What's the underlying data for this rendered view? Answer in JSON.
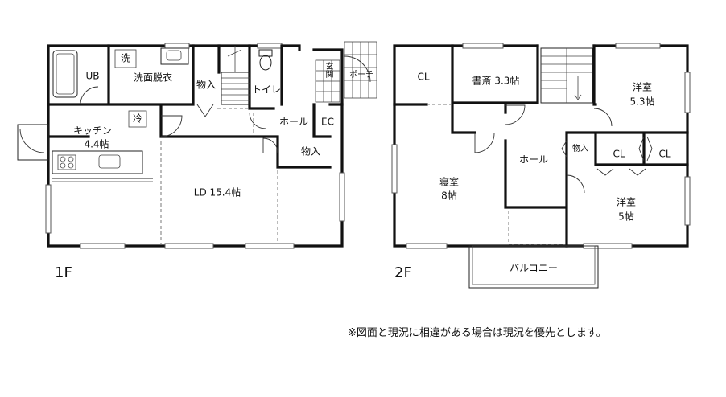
{
  "floors": [
    {
      "id": "1f",
      "label": "1F",
      "rooms": {
        "ub": "UB",
        "sento": "洗",
        "washroom": "洗面脱衣",
        "storage_a": "物入",
        "toilet": "トイレ",
        "genkan": "玄関",
        "porch": "ポーチ",
        "kitchen": "キッチン",
        "kitchen_size": "4.4帖",
        "fridge": "冷",
        "hall": "ホール",
        "ec": "EC",
        "storage_b": "物入",
        "ld": "LD 15.4帖"
      }
    },
    {
      "id": "2f",
      "label": "2F",
      "rooms": {
        "cl_a": "CL",
        "study": "書斎 3.3帖",
        "western_a": "洋室",
        "western_a_size": "5.3帖",
        "storage": "物入",
        "cl_b": "CL",
        "cl_c": "CL",
        "hall": "ホール",
        "bedroom": "寝室",
        "bedroom_size": "8帖",
        "western_b": "洋室",
        "western_b_size": "5帖",
        "balcony": "バルコニー"
      }
    }
  ],
  "note": "※図面と現況に相違がある場合は現況を優先とします。"
}
